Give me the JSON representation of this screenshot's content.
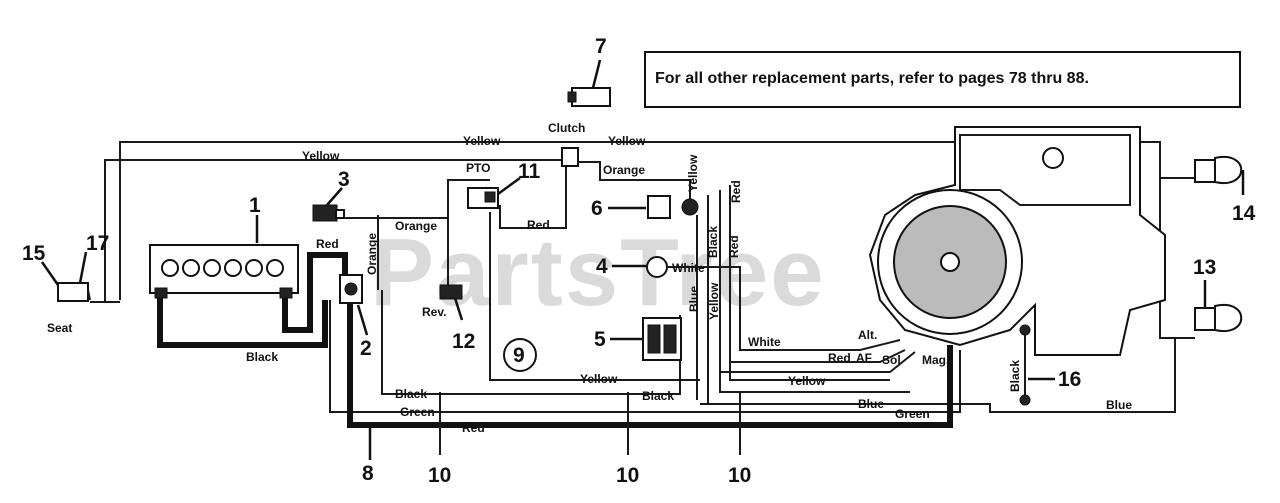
{
  "note": "For all other replacement parts, refer to pages 78 thru 88.",
  "watermark": "PartsTree",
  "wire_labels": {
    "yellow_top": "Yellow",
    "yellow_top_right": "Yellow",
    "yellow_left": "Yellow",
    "clutch": "Clutch",
    "pto": "PTO",
    "orange_top": "Orange",
    "yellow_vert": "Yellow",
    "red_vert": "Red",
    "black_vert": "Black",
    "orange_mid": "Orange",
    "red_mid": "Red",
    "orange_vert": "Orange",
    "red_battery": "Red",
    "white_4": "White",
    "blue_vert": "Blue",
    "yellow_vert2": "Yellow",
    "white_long": "White",
    "red_long": "Red",
    "af": "AF",
    "sol": "Sol",
    "alt": "Alt.",
    "mag": "Mag.",
    "yellow_bottom_right": "Yellow",
    "yellow_bottom": "Yellow",
    "black_bottom": "Black",
    "black_bottom_mid": "Black",
    "green_bottom": "Green",
    "green_bottom_right": "Green",
    "blue_bottom": "Blue",
    "blue_far_right": "Blue",
    "red_bottom": "Red",
    "black_battery": "Black",
    "black_16": "Black",
    "seat": "Seat",
    "rev": "Rev."
  },
  "callouts": {
    "n1": "1",
    "n2": "2",
    "n3": "3",
    "n4": "4",
    "n5": "5",
    "n6": "6",
    "n7": "7",
    "n8": "8",
    "n9": "9",
    "n10a": "10",
    "n10b": "10",
    "n10c": "10",
    "n11": "11",
    "n12": "12",
    "n13": "13",
    "n14": "14",
    "n15": "15",
    "n16": "16",
    "n17": "17"
  }
}
